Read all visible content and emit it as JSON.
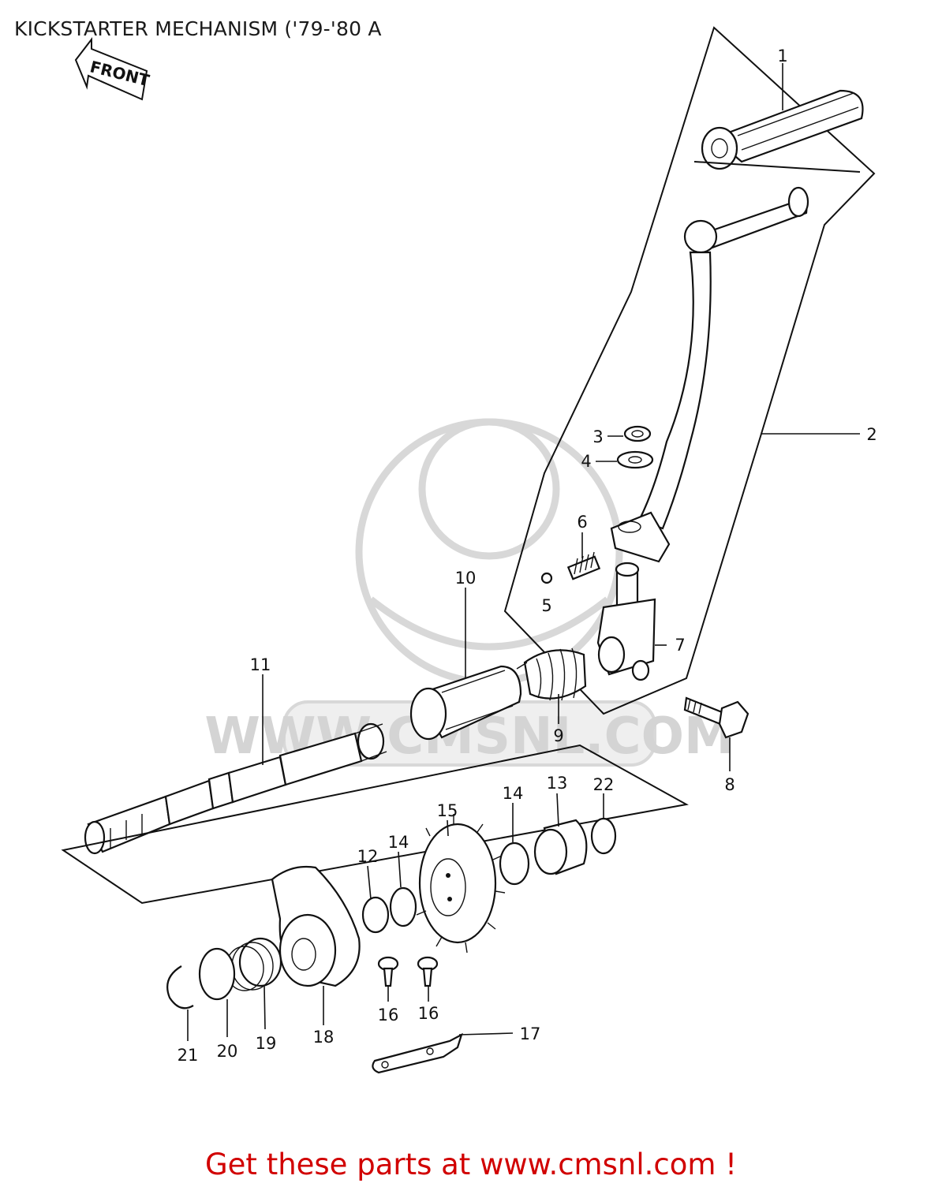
{
  "title": "KICKSTARTER MECHANISM ('79-'80 A",
  "front_label": "FRONT",
  "watermark": "WWW.CMSNL.COM",
  "footer": "Get these parts at www.cmsnl.com !",
  "part_labels": {
    "p1": "1",
    "p2": "2",
    "p3": "3",
    "p4": "4",
    "p5": "5",
    "p6": "6",
    "p7": "7",
    "p8": "8",
    "p9": "9",
    "p10": "10",
    "p11": "11",
    "p12": "12",
    "p13": "13",
    "p14a": "14",
    "p14b": "14",
    "p15": "15",
    "p16a": "16",
    "p16b": "16",
    "p17": "17",
    "p18": "18",
    "p19": "19",
    "p20": "20",
    "p21": "21",
    "p22": "22"
  }
}
